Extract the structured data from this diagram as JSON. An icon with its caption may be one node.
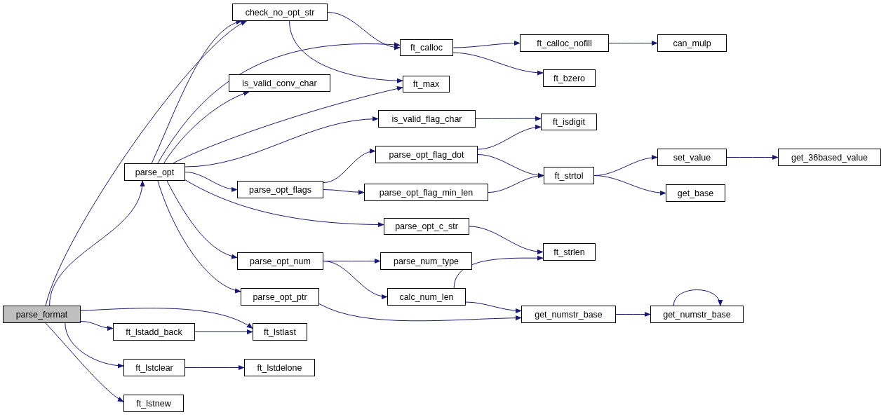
{
  "diagram": {
    "nodes": [
      {
        "text": [
          "parse_format"
        ]
      },
      {
        "text": [
          "check_no_opt_str"
        ]
      },
      {
        "text": [
          "ft_calloc"
        ]
      },
      {
        "text": [
          "ft_calloc_nofill"
        ]
      },
      {
        "text": [
          "can_mulp"
        ]
      },
      {
        "text": [
          "is_valid_conv_char"
        ]
      },
      {
        "text": [
          "ft_max"
        ]
      },
      {
        "text": [
          "ft_bzero"
        ]
      },
      {
        "text": [
          "is_valid_flag_char"
        ]
      },
      {
        "text": [
          "ft_isdigit"
        ]
      },
      {
        "text": [
          "parse_opt"
        ]
      },
      {
        "text": [
          "parse_opt_flag_dot"
        ]
      },
      {
        "text": [
          "set_value"
        ]
      },
      {
        "text": [
          "get_36based_value"
        ]
      },
      {
        "text": [
          "parse_opt_flags"
        ]
      },
      {
        "text": [
          "parse_opt_flag_min_len"
        ]
      },
      {
        "text": [
          "ft_strtol"
        ]
      },
      {
        "text": [
          "get_base"
        ]
      },
      {
        "text": [
          "parse_opt_c_str"
        ]
      },
      {
        "text": [
          "ft_strlen"
        ]
      },
      {
        "text": [
          "parse_opt_num"
        ]
      },
      {
        "text": [
          "parse_num_type"
        ]
      },
      {
        "text": [
          "parse_opt_ptr"
        ]
      },
      {
        "text": [
          "calc_num_len"
        ]
      },
      {
        "text": [
          "get_numstr_base"
        ]
      },
      {
        "text": [
          "get_numstr_base"
        ]
      },
      {
        "text": [
          "ft_lstadd_back"
        ]
      },
      {
        "text": [
          "ft_lstlast"
        ]
      },
      {
        "text": [
          "ft_lstclear"
        ]
      },
      {
        "text": [
          "ft_lstdelone"
        ]
      },
      {
        "text": [
          "ft_lstnew"
        ]
      }
    ],
    "edges": [
      {
        "from": 0,
        "to": 1,
        "arrow": "to"
      },
      {
        "from": 0,
        "to": 10,
        "arrow": "to"
      },
      {
        "from": 0,
        "to": 27,
        "arrow": "to"
      },
      {
        "from": 0,
        "to": 26,
        "arrow": "to"
      },
      {
        "from": 0,
        "to": 28,
        "arrow": "to"
      },
      {
        "from": 0,
        "to": 30,
        "arrow": "to"
      },
      {
        "from": 1,
        "to": 2,
        "arrow": "to"
      },
      {
        "from": 1,
        "to": 6,
        "arrow": "to"
      },
      {
        "from": 2,
        "to": 3,
        "arrow": "to"
      },
      {
        "from": 2,
        "to": 7,
        "arrow": "to"
      },
      {
        "from": 3,
        "to": 4,
        "arrow": "to"
      },
      {
        "from": 10,
        "to": 1,
        "arrow": "to"
      },
      {
        "from": 10,
        "to": 2,
        "arrow": "to"
      },
      {
        "from": 10,
        "to": 5,
        "arrow": "to"
      },
      {
        "from": 10,
        "to": 6,
        "arrow": "to"
      },
      {
        "from": 10,
        "to": 8,
        "arrow": "to"
      },
      {
        "from": 10,
        "to": 14,
        "arrow": "to"
      },
      {
        "from": 10,
        "to": 18,
        "arrow": "to"
      },
      {
        "from": 10,
        "to": 20,
        "arrow": "to"
      },
      {
        "from": 10,
        "to": 22,
        "arrow": "to"
      },
      {
        "from": 8,
        "to": 9,
        "arrow": "to"
      },
      {
        "from": 14,
        "to": 11,
        "arrow": "to"
      },
      {
        "from": 14,
        "to": 15,
        "arrow": "to"
      },
      {
        "from": 11,
        "to": 9,
        "arrow": "to"
      },
      {
        "from": 11,
        "to": 16,
        "arrow": "to"
      },
      {
        "from": 15,
        "to": 16,
        "arrow": "to"
      },
      {
        "from": 16,
        "to": 12,
        "arrow": "to"
      },
      {
        "from": 16,
        "to": 17,
        "arrow": "to"
      },
      {
        "from": 12,
        "to": 13,
        "arrow": "to"
      },
      {
        "from": 18,
        "to": 19,
        "arrow": "to"
      },
      {
        "from": 20,
        "to": 21,
        "arrow": "to"
      },
      {
        "from": 20,
        "to": 23,
        "arrow": "to"
      },
      {
        "from": 23,
        "to": 19,
        "arrow": "to"
      },
      {
        "from": 23,
        "to": 24,
        "arrow": "to"
      },
      {
        "from": 22,
        "to": 24,
        "arrow": "to"
      },
      {
        "from": 24,
        "to": 25,
        "arrow": "to"
      },
      {
        "from": 25,
        "to": 25,
        "arrow": "to"
      },
      {
        "from": 26,
        "to": 27,
        "arrow": "to"
      },
      {
        "from": 28,
        "to": 29,
        "arrow": "to"
      }
    ]
  }
}
